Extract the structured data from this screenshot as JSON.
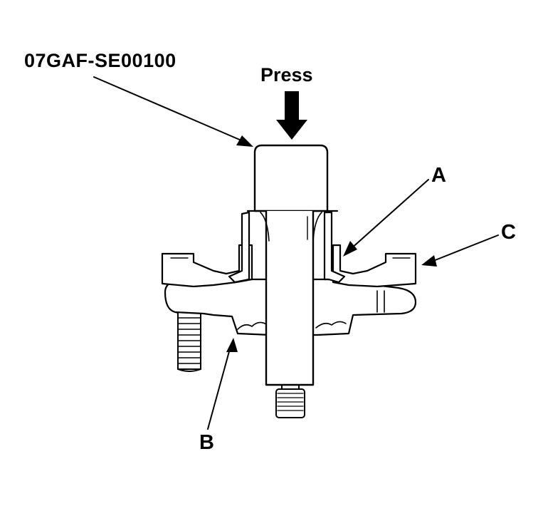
{
  "labels": {
    "part_number": "07GAF-SE00100",
    "press": "Press",
    "a": "A",
    "b": "B",
    "c": "C"
  },
  "colors": {
    "ink": "#000000",
    "paper": "#ffffff"
  }
}
